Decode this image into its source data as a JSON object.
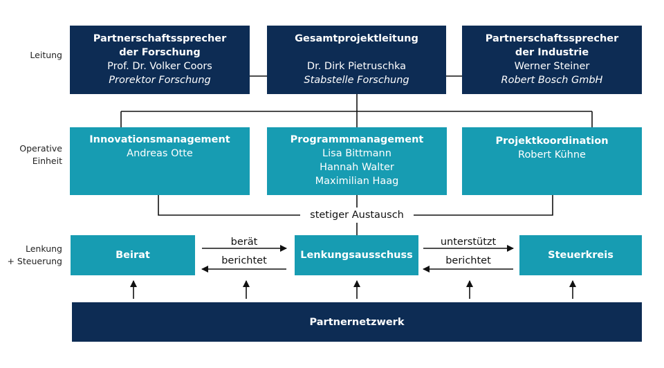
{
  "rows": {
    "leitung": "Leitung",
    "operative_1": "Operative",
    "operative_2": "Einheit",
    "lenkung_1": "Lenkung",
    "lenkung_2": "+ Steuerung"
  },
  "leitung": {
    "forschung": {
      "title_1": "Partnerschaftssprecher",
      "title_2": "der Forschung",
      "name": "Prof. Dr. Volker Coors",
      "role": "Prorektor Forschung"
    },
    "gesamt": {
      "title": "Gesamtprojektleitung",
      "name": "Dr. Dirk Pietruschka",
      "role": "Stabstelle Forschung"
    },
    "industrie": {
      "title_1": "Partnerschaftssprecher",
      "title_2": "der Industrie",
      "name": "Werner Steiner",
      "role": "Robert Bosch GmbH"
    }
  },
  "operativ": {
    "innovation": {
      "title": "Innovationsmanagement",
      "name": "Andreas Otte"
    },
    "programm": {
      "title": "Programmmanagement",
      "names": [
        "Lisa Bittmann",
        "Hannah Walter",
        "Maximilian Haag"
      ]
    },
    "projekt": {
      "title": "Projektkoordination",
      "name": "Robert Kühne"
    }
  },
  "austausch": "stetiger Austausch",
  "lenkung": {
    "beirat": "Beirat",
    "lenkungsausschuss": "Lenkungsausschuss",
    "steuerkreis": "Steuerkreis"
  },
  "edges": {
    "beraet": "berät",
    "berichtet_left": "berichtet",
    "unterstuetzt": "unterstützt",
    "berichtet_right": "berichtet"
  },
  "partnernetzwerk": "Partnernetzwerk",
  "colors": {
    "dark": "#0d2c54",
    "teal": "#179cb2"
  }
}
